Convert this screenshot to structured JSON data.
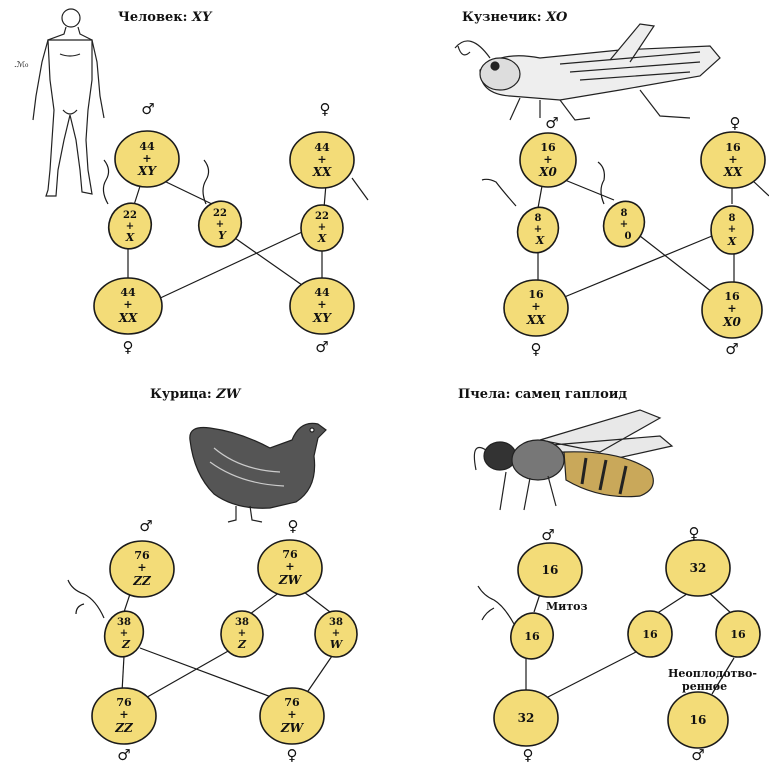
{
  "panels": {
    "human": {
      "title": "Человек: ",
      "title_it": "XY",
      "male_sym": "♂",
      "female_sym": "♀",
      "father": [
        "44",
        "+",
        "XY"
      ],
      "mother": [
        "44",
        "+",
        "XX"
      ],
      "sperm_x": [
        "22",
        "+",
        "X"
      ],
      "sperm_y": [
        "22",
        "+",
        "Y"
      ],
      "egg": [
        "22",
        "+",
        "X"
      ],
      "daughter": [
        "44",
        "+",
        "XX"
      ],
      "son": [
        "44",
        "+",
        "XY"
      ]
    },
    "grasshopper": {
      "title": "Кузнечик: ",
      "title_it": "XO",
      "male_sym": "♂",
      "female_sym": "♀",
      "father": [
        "16",
        "+",
        "X0"
      ],
      "mother": [
        "16",
        "+",
        "XX"
      ],
      "sperm_x": [
        "8",
        "+",
        "X"
      ],
      "sperm_0": [
        "8",
        "+",
        "0"
      ],
      "egg": [
        "8",
        "+",
        "X"
      ],
      "daughter": [
        "16",
        "+",
        "XX"
      ],
      "son": [
        "16",
        "+",
        "X0"
      ]
    },
    "chicken": {
      "title": "Курица: ",
      "title_it": "ZW",
      "male_sym": "♂",
      "female_sym": "♀",
      "father": [
        "76",
        "+",
        "ZZ"
      ],
      "mother": [
        "76",
        "+",
        "ZW"
      ],
      "sperm_z": [
        "38",
        "+",
        "Z"
      ],
      "egg_z": [
        "38",
        "+",
        "Z"
      ],
      "egg_w": [
        "38",
        "+",
        "W"
      ],
      "son": [
        "76",
        "+",
        "ZZ"
      ],
      "daughter": [
        "76",
        "+",
        "ZW"
      ]
    },
    "bee": {
      "title": "Пчела: самец гаплоид",
      "male_sym": "♂",
      "female_sym": "♀",
      "father": "16",
      "mother": "32",
      "sperm": "16",
      "egg1": "16",
      "egg2": "16",
      "daughter": "32",
      "son": "16",
      "mitosis_label": "Митоз",
      "unfertilized_label_1": "Неоплодотво-",
      "unfertilized_label_2": "ренное"
    }
  }
}
